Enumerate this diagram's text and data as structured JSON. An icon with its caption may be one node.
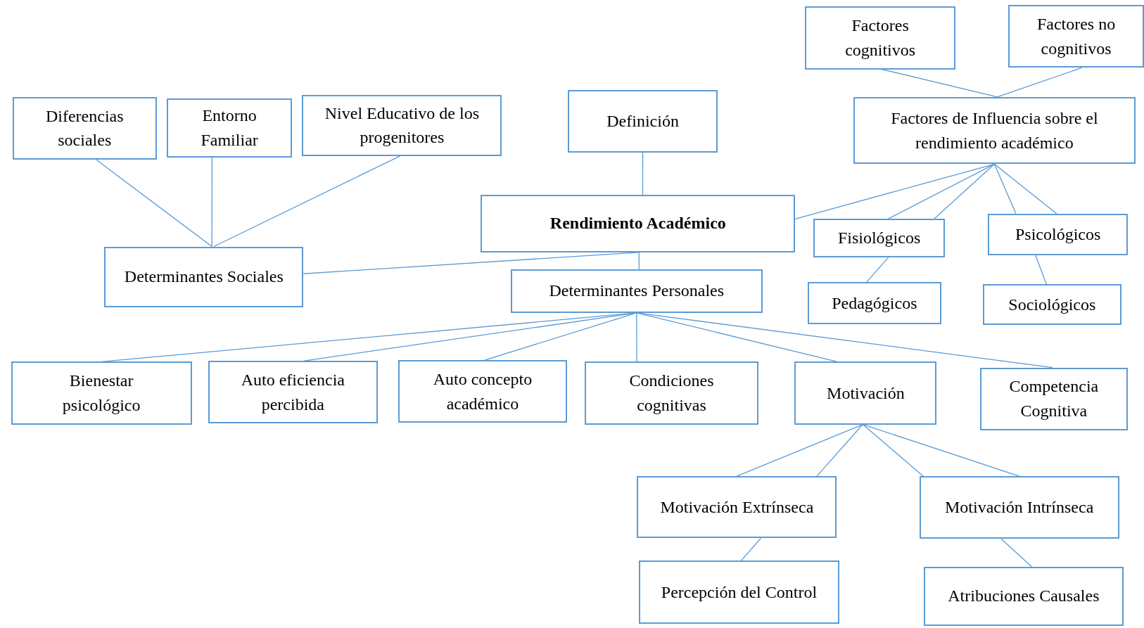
{
  "diagram": {
    "nodes": [
      {
        "text": [
          "Factores cognitivos"
        ]
      },
      {
        "text": [
          "Factores no cognitivos"
        ]
      },
      {
        "text": [
          "Diferencias sociales"
        ]
      },
      {
        "text": [
          "Entorno Familiar"
        ]
      },
      {
        "text": [
          "Nivel Educativo de los progenitores"
        ]
      },
      {
        "text": [
          "Definición"
        ]
      },
      {
        "text": [
          "Factores de Influencia sobre el rendimiento académico"
        ]
      },
      {
        "text": [
          "Rendimiento Académico"
        ]
      },
      {
        "text": [
          "Fisiológicos"
        ]
      },
      {
        "text": [
          "Psicológicos"
        ]
      },
      {
        "text": [
          "Determinantes Sociales"
        ]
      },
      {
        "text": [
          "Determinantes Personales"
        ]
      },
      {
        "text": [
          "Pedagógicos"
        ]
      },
      {
        "text": [
          "Sociológicos"
        ]
      },
      {
        "text": [
          "Bienestar psicológico"
        ]
      },
      {
        "text": [
          "Auto eficiencia percibida"
        ]
      },
      {
        "text": [
          "Auto concepto académico"
        ]
      },
      {
        "text": [
          "Condiciones cognitivas"
        ]
      },
      {
        "text": [
          "Motivación"
        ]
      },
      {
        "text": [
          "Competencia Cognitiva"
        ]
      },
      {
        "text": [
          "Motivación Extrínseca"
        ]
      },
      {
        "text": [
          "Motivación Intrínseca"
        ]
      },
      {
        "text": [
          "Percepción del Control"
        ]
      },
      {
        "text": [
          "Atribuciones Causales"
        ]
      }
    ],
    "edges": [
      {
        "from": 0,
        "to": 6,
        "arrow": "none"
      },
      {
        "from": 1,
        "to": 6,
        "arrow": "none"
      },
      {
        "from": 2,
        "to": 10,
        "arrow": "none"
      },
      {
        "from": 3,
        "to": 10,
        "arrow": "none"
      },
      {
        "from": 4,
        "to": 10,
        "arrow": "none"
      },
      {
        "from": 5,
        "to": 7,
        "arrow": "none"
      },
      {
        "from": 7,
        "to": 10,
        "arrow": "none"
      },
      {
        "from": 7,
        "to": 11,
        "arrow": "none"
      },
      {
        "from": 6,
        "to": 7,
        "arrow": "none"
      },
      {
        "from": 6,
        "to": 8,
        "arrow": "none"
      },
      {
        "from": 6,
        "to": 8,
        "arrow": "none"
      },
      {
        "from": 8,
        "to": 12,
        "arrow": "none"
      },
      {
        "from": 6,
        "to": 9,
        "arrow": "none"
      },
      {
        "from": 6,
        "to": 9,
        "arrow": "none"
      },
      {
        "from": 9,
        "to": 13,
        "arrow": "none"
      },
      {
        "from": 11,
        "to": 14,
        "arrow": "none"
      },
      {
        "from": 11,
        "to": 15,
        "arrow": "none"
      },
      {
        "from": 11,
        "to": 16,
        "arrow": "none"
      },
      {
        "from": 11,
        "to": 17,
        "arrow": "none"
      },
      {
        "from": 11,
        "to": 18,
        "arrow": "none"
      },
      {
        "from": 11,
        "to": 19,
        "arrow": "none"
      },
      {
        "from": 18,
        "to": 20,
        "arrow": "none"
      },
      {
        "from": 18,
        "to": 20,
        "arrow": "none"
      },
      {
        "from": 20,
        "to": 22,
        "arrow": "none"
      },
      {
        "from": 18,
        "to": 21,
        "arrow": "none"
      },
      {
        "from": 18,
        "to": 21,
        "arrow": "none"
      },
      {
        "from": 21,
        "to": 23,
        "arrow": "none"
      }
    ]
  }
}
